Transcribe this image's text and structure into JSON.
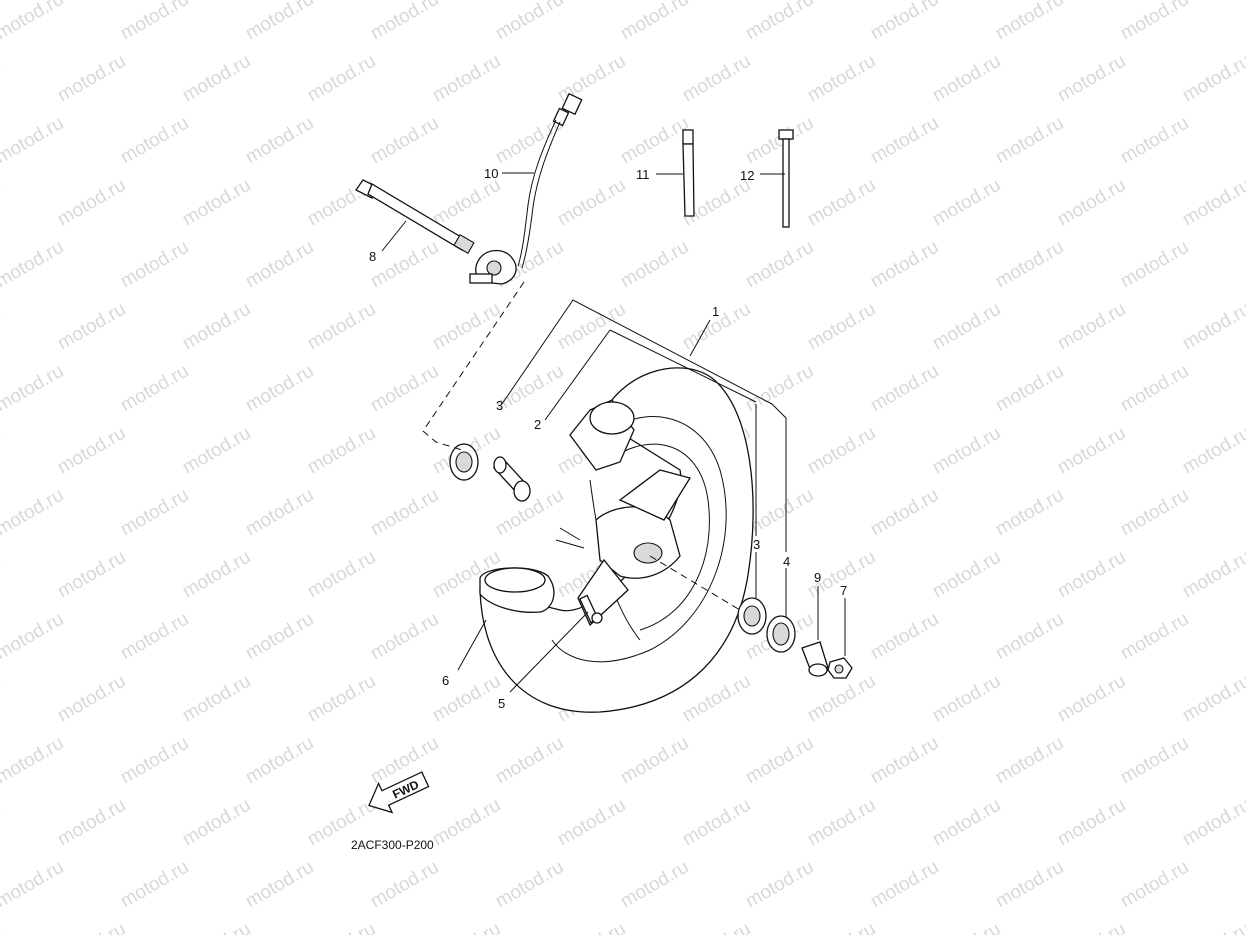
{
  "watermark": "motod.ru",
  "diagram_code": "2ACF300-P200",
  "fwd_label": "FWD",
  "callouts": {
    "c1": "1",
    "c2": "2",
    "c3a": "3",
    "c3b": "3",
    "c4": "4",
    "c5": "5",
    "c6": "6",
    "c7": "7",
    "c8": "8",
    "c9": "9",
    "c10": "10",
    "c11": "11",
    "c12": "12"
  }
}
